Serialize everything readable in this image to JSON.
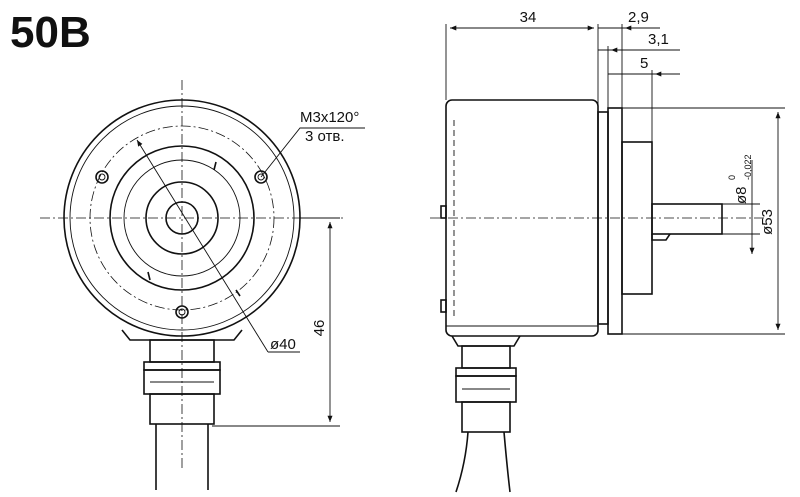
{
  "title": "50B",
  "front_view": {
    "hole_callout_line1": "M3x120°",
    "hole_callout_line2": "3 отв.",
    "bolt_circle_dim": "ø40",
    "height_dim": "46"
  },
  "side_view": {
    "length_dim": "34",
    "flange_dim": "2,9",
    "step_dim": "3,1",
    "shaft_start_dim": "5",
    "shaft_dia_main": "ø8",
    "shaft_tol_upper": "0",
    "shaft_tol_lower": "-0,022",
    "body_dia_dim": "ø53"
  }
}
